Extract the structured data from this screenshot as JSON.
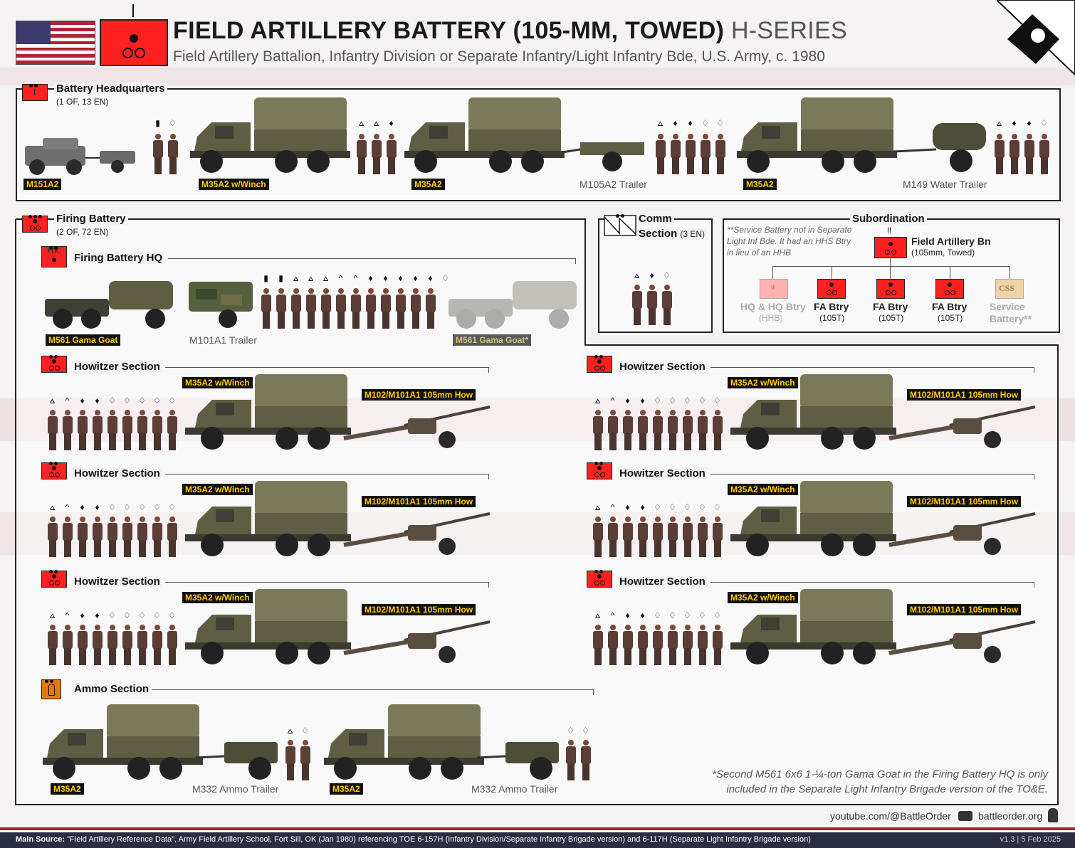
{
  "header": {
    "title": "FIELD ARTILLERY BATTERY (105-MM, TOWED)",
    "series": "H-SERIES",
    "subtitle": "Field Artillery Battalion, Infantry Division or Separate Infantry/Light Infantry Bde, U.S. Army, c. 1980"
  },
  "battery_hq": {
    "title": "Battery Headquarters",
    "strength": "(1 OF, 13 EN)",
    "vehicles": [
      "M151A2",
      "M35A2 w/Winch",
      "M35A2",
      "M105A2 Trailer",
      "M35A2",
      "M149 Water Trailer"
    ]
  },
  "firing_battery": {
    "title": "Firing Battery",
    "strength": "(2 OF, 72 EN)",
    "fdc_label": "FDC",
    "hq_title": "Firing Battery HQ",
    "hq_vehicles": [
      "M561 Gama Goat",
      "M101A1 Trailer",
      "M561 Gama Goat*"
    ],
    "howitzer_title": "Howitzer Section",
    "truck_label": "M35A2 w/Winch",
    "how_label": "M102/M101A1 105mm How",
    "ammo_title": "Ammo Section",
    "ammo_vehicles": [
      "M35A2",
      "M332 Ammo Trailer",
      "M35A2",
      "M332 Ammo Trailer"
    ]
  },
  "comm": {
    "title": "Comm",
    "title2": "Section",
    "strength": "(3 EN)"
  },
  "subordination": {
    "title": "Subordination",
    "note": "**Service Battery not in Separate Light Inf Bde. It had an HHS Btry in lieu of an HHB",
    "parent": "Field Artillery Bn",
    "parent_sub": "(105mm, Towed)",
    "children": [
      {
        "name": "HQ & HQ Btry",
        "sub": "(HHB)",
        "faded": true
      },
      {
        "name": "FA Btry",
        "sub": "(105T)",
        "faded": false
      },
      {
        "name": "FA Btry",
        "sub": "(105T)",
        "faded": false
      },
      {
        "name": "FA Btry",
        "sub": "(105T)",
        "faded": false
      },
      {
        "name": "Service Battery**",
        "sub": "",
        "faded": true
      }
    ],
    "css_label": "CSS"
  },
  "footnote": "*Second M561 6x6 1-¼-ton Gama Goat in the Firing Battery HQ is only included in the Separate Light Infantry Brigade version of the TO&E.",
  "footer": {
    "youtube": "youtube.com/@BattleOrder",
    "site": "battleorder.org",
    "source_label": "Main Source:",
    "source": "\"Field Artillery Reference Data\", Army Field Artillery School, Fort Sill, OK (Jan 1980) referencing TOE 6-157H (Infantry Division/Separate Infantry Brigade version) and 6-117H (Separate Light Infantry Brigade version)",
    "version": "v1.3 | 5 Feb 2025"
  },
  "colors": {
    "unit_red": "#ff2020",
    "label_bg": "#111111",
    "label_text": "#ffcc00",
    "olive": "#5f5e44",
    "canvas": "#7a7a5a"
  }
}
